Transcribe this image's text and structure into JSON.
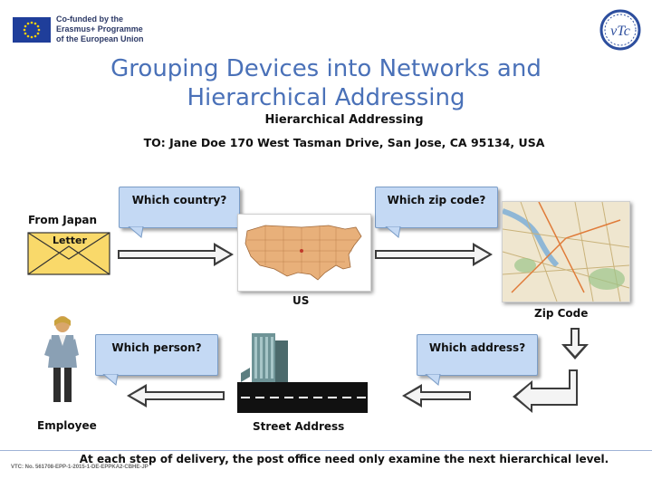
{
  "header": {
    "eu_text_line1": "Co-funded by the",
    "eu_text_line2": "Erasmus+ Programme",
    "eu_text_line3": "of the European Union",
    "logo_text": "vTc"
  },
  "slide": {
    "title_line1": "Grouping Devices into Networks and",
    "title_line2": "Hierarchical Addressing",
    "subtitle": "Hierarchical Addressing",
    "to_line": "TO: Jane Doe 170 West Tasman Drive, San Jose, CA 95134, USA"
  },
  "bubbles": {
    "country": "Which country?",
    "zip": "Which zip code?",
    "person": "Which person?",
    "address": "Which address?"
  },
  "labels": {
    "from_japan": "From Japan",
    "letter": "Letter",
    "us": "US",
    "zip_code": "Zip Code",
    "employee": "Employee",
    "street_address": "Street Address"
  },
  "footer": {
    "text": "At each step of delivery, the post office need only examine the next hierarchical level.",
    "footnote": "VTC: No. 561708-EPP-1-2015-1-DE-EPPKA2-CBHE-JP"
  },
  "colors": {
    "title": "#4a71b8",
    "bubble_fill": "#c4d9f4",
    "arrow_fill": "#3c3c3c"
  }
}
